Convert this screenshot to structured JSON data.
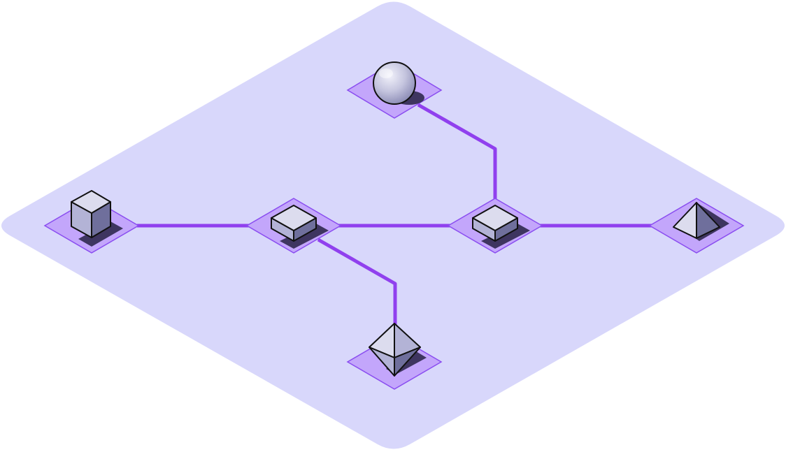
{
  "colors": {
    "background": "#ffffff",
    "platform_fill": "#d8d7fb",
    "pad_fill": "#c3a6fb",
    "pad_stroke": "#8a4df0",
    "connector": "#9040ee",
    "shadow": "#3e3560",
    "shape_light": "#dcdcee",
    "shape_mid": "#b3b3d6",
    "shape_dark": "#6f6f9c",
    "outline": "#111111"
  },
  "diagram": {
    "nodes": [
      {
        "id": "sphere-node",
        "shape": "sphere"
      },
      {
        "id": "cube-node",
        "shape": "cube"
      },
      {
        "id": "hub-left-node",
        "shape": "flat-box"
      },
      {
        "id": "hub-right-node",
        "shape": "flat-box"
      },
      {
        "id": "pyramid-node",
        "shape": "pyramid"
      },
      {
        "id": "octahedron-node",
        "shape": "octahedron"
      }
    ],
    "edges": [
      {
        "from": "cube-node",
        "to": "hub-left-node"
      },
      {
        "from": "hub-left-node",
        "to": "hub-right-node"
      },
      {
        "from": "hub-right-node",
        "to": "pyramid-node"
      },
      {
        "from": "sphere-node",
        "to": "hub-right-node"
      },
      {
        "from": "hub-left-node",
        "to": "octahedron-node"
      }
    ]
  }
}
